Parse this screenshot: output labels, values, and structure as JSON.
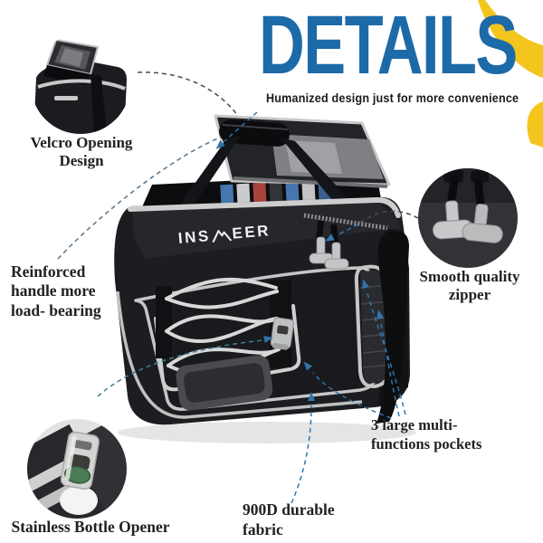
{
  "header": {
    "title": "DETAILS",
    "subtitle": "Humanized design just for more convenience",
    "title_color": "#1d6aa8",
    "ribbon_color": "#f3c51d"
  },
  "brand": {
    "name": "INSMEER",
    "prefix": "INS",
    "suffix": "EER"
  },
  "colors": {
    "bag_black": "#1c1d20",
    "trim_gray": "#c9c9ca",
    "connector_blue": "#2f75ad",
    "connector_dark": "#4a4a4a",
    "label_text": "#21211f"
  },
  "callouts": {
    "velcro": {
      "label": "Velcro Opening Design"
    },
    "handle": {
      "label": "Reinforced handle more load- bearing"
    },
    "zipper": {
      "label": "Smooth quality zipper"
    },
    "pockets": {
      "label": "3 large multi-functions pockets"
    },
    "opener": {
      "label": "Stainless Bottle Opener"
    },
    "fabric": {
      "label": "900D durable fabric"
    }
  }
}
